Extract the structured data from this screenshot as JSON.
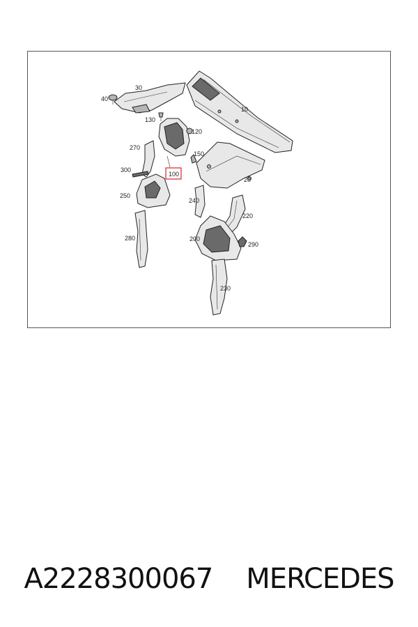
{
  "caption": {
    "part_number": "A2228300067",
    "brand": "MERCEDES"
  },
  "diagram": {
    "highlight_color": "#e0202a",
    "callouts": {
      "c10": "10",
      "c20": "20",
      "c30": "30",
      "c40": "40",
      "c100": "100",
      "c120": "120",
      "c130": "130",
      "c150": "150",
      "c200": "200",
      "c220": "220",
      "c230": "230",
      "c240": "240",
      "c250": "250",
      "c270": "270",
      "c280": "280",
      "c290": "290",
      "c300": "300"
    },
    "highlighted_callout": "100"
  }
}
